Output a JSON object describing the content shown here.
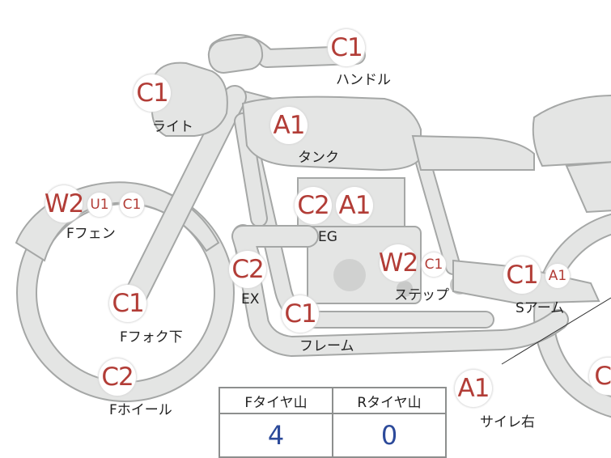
{
  "parts": [
    {
      "id": "handle",
      "label": "ハンドル",
      "codes": [
        {
          "text": "C1",
          "size": "big"
        }
      ]
    },
    {
      "id": "light",
      "label": "ライト",
      "codes": [
        {
          "text": "C1",
          "size": "big"
        }
      ]
    },
    {
      "id": "tank",
      "label": "タンク",
      "codes": [
        {
          "text": "A1",
          "size": "big"
        }
      ]
    },
    {
      "id": "eg",
      "label": "EG",
      "codes": [
        {
          "text": "C2",
          "size": "big"
        },
        {
          "text": "A1",
          "size": "big"
        }
      ]
    },
    {
      "id": "f-fender",
      "label": "Fフェン",
      "codes": [
        {
          "text": "W2",
          "size": "big"
        },
        {
          "text": "U1",
          "size": "small"
        },
        {
          "text": "C1",
          "size": "small"
        }
      ]
    },
    {
      "id": "ex",
      "label": "EX",
      "codes": [
        {
          "text": "C2",
          "size": "big"
        }
      ]
    },
    {
      "id": "step",
      "label": "ステップ",
      "codes": [
        {
          "text": "W2",
          "size": "big"
        },
        {
          "text": "C1",
          "size": "small"
        }
      ]
    },
    {
      "id": "s-arm",
      "label": "Sアーム",
      "codes": [
        {
          "text": "C1",
          "size": "big"
        },
        {
          "text": "A1",
          "size": "small"
        }
      ]
    },
    {
      "id": "f-fork",
      "label": "Fフォク下",
      "codes": [
        {
          "text": "C1",
          "size": "big"
        }
      ]
    },
    {
      "id": "frame",
      "label": "フレーム",
      "codes": [
        {
          "text": "C1",
          "size": "big"
        }
      ]
    },
    {
      "id": "f-wheel",
      "label": "Fホイール",
      "codes": [
        {
          "text": "C2",
          "size": "big"
        }
      ]
    },
    {
      "id": "silencer-right",
      "label": "サイレ右",
      "codes": [
        {
          "text": "A1",
          "size": "big"
        }
      ]
    },
    {
      "id": "r-wheel",
      "label": "",
      "codes": [
        {
          "text": "C",
          "size": "big"
        }
      ]
    }
  ],
  "tire_table": {
    "headers": [
      "Fタイヤ山",
      "Rタイヤ山"
    ],
    "values": [
      "4",
      "0"
    ]
  },
  "colors": {
    "code_text": "#b23d37",
    "value_text": "#2c4a9a",
    "bike_fill": "#e4e5e4",
    "bike_stroke": "#a5a7a6"
  }
}
